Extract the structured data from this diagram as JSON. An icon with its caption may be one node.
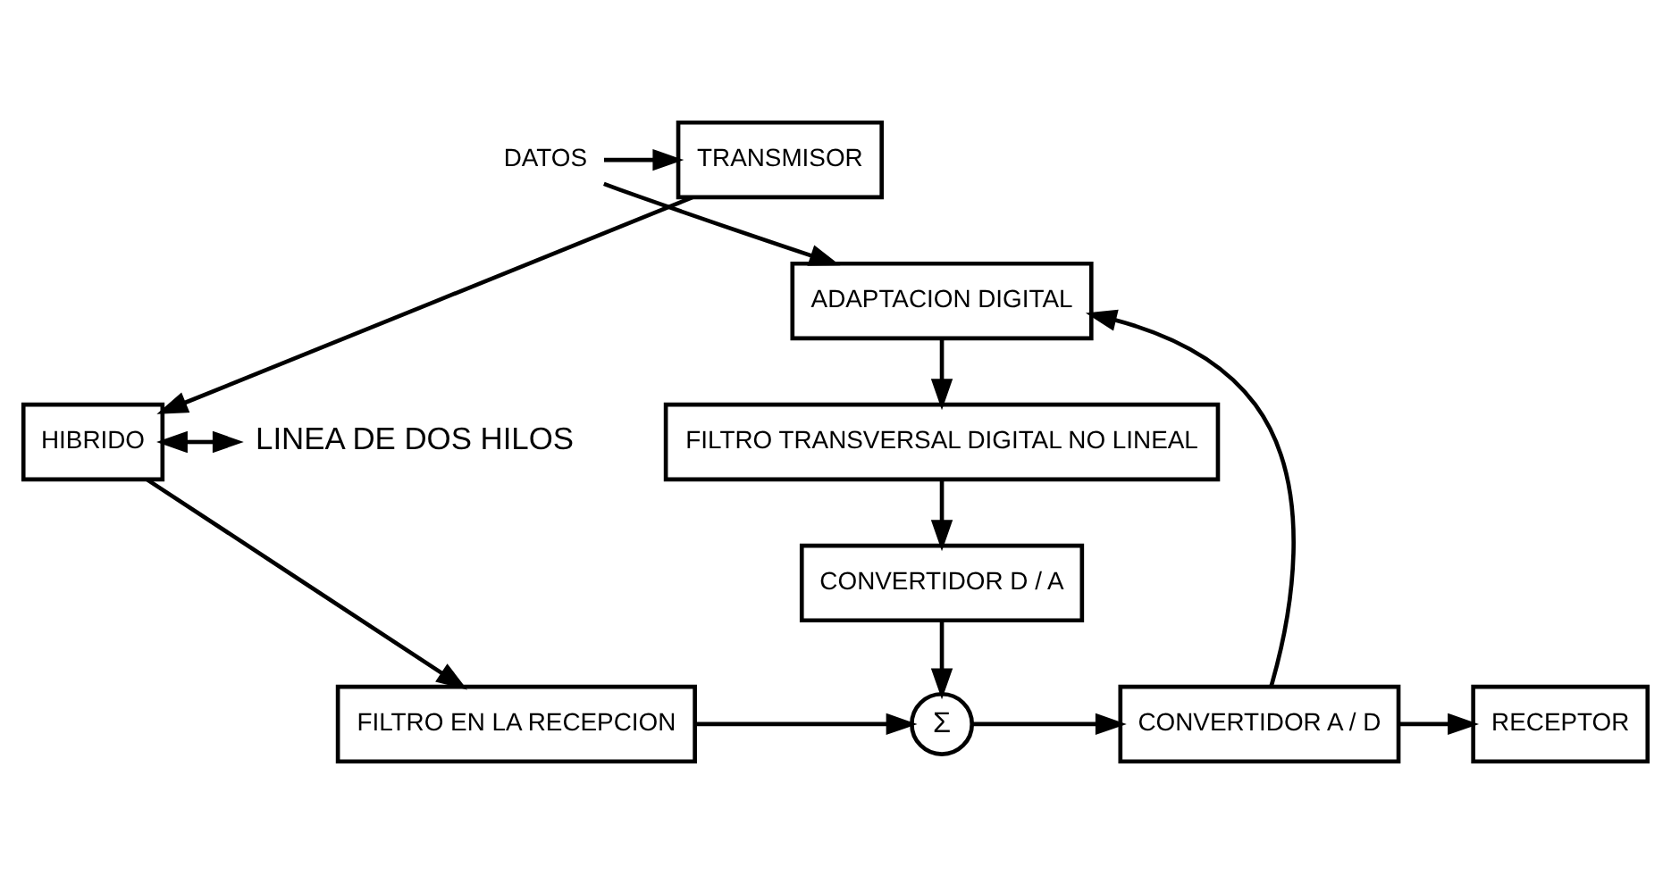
{
  "diagram": {
    "nodes": [
      {
        "text": [
          "DATOS"
        ]
      },
      {
        "text": [
          "TRANSMISOR"
        ]
      },
      {
        "text": [
          "ADAPTACION DIGITAL"
        ]
      },
      {
        "text": [
          "FILTRO TRANSVERSAL DIGITAL NO LINEAL"
        ]
      },
      {
        "text": [
          "HIBRIDO"
        ]
      },
      {
        "text": [
          "LINEA DE DOS HILOS"
        ]
      },
      {
        "text": [
          "CONVERTIDOR D / A"
        ]
      },
      {
        "text": [
          "RECEPTOR"
        ]
      },
      {
        "text": [
          "CONVERTIDOR A / D"
        ]
      },
      {
        "text": [
          "Σ"
        ]
      },
      {
        "text": [
          "FILTRO EN LA RECEPCION"
        ]
      }
    ],
    "edges": [
      {
        "from": 0,
        "to": 1,
        "arrow": "to"
      },
      {
        "from": 0,
        "to": 2,
        "arrow": "to"
      },
      {
        "from": 1,
        "to": 4,
        "arrow": "to"
      },
      {
        "from": 4,
        "to": 5,
        "arrow": "both"
      },
      {
        "from": 4,
        "to": 10,
        "arrow": "to"
      },
      {
        "from": 2,
        "to": 3,
        "arrow": "to"
      },
      {
        "from": 3,
        "to": 6,
        "arrow": "to"
      },
      {
        "from": 6,
        "to": 9,
        "arrow": "to"
      },
      {
        "from": 10,
        "to": 9,
        "arrow": "to"
      },
      {
        "from": 9,
        "to": 8,
        "arrow": "to"
      },
      {
        "from": 8,
        "to": 7,
        "arrow": "to"
      },
      {
        "from": 8,
        "to": 2,
        "arrow": "to"
      }
    ]
  }
}
